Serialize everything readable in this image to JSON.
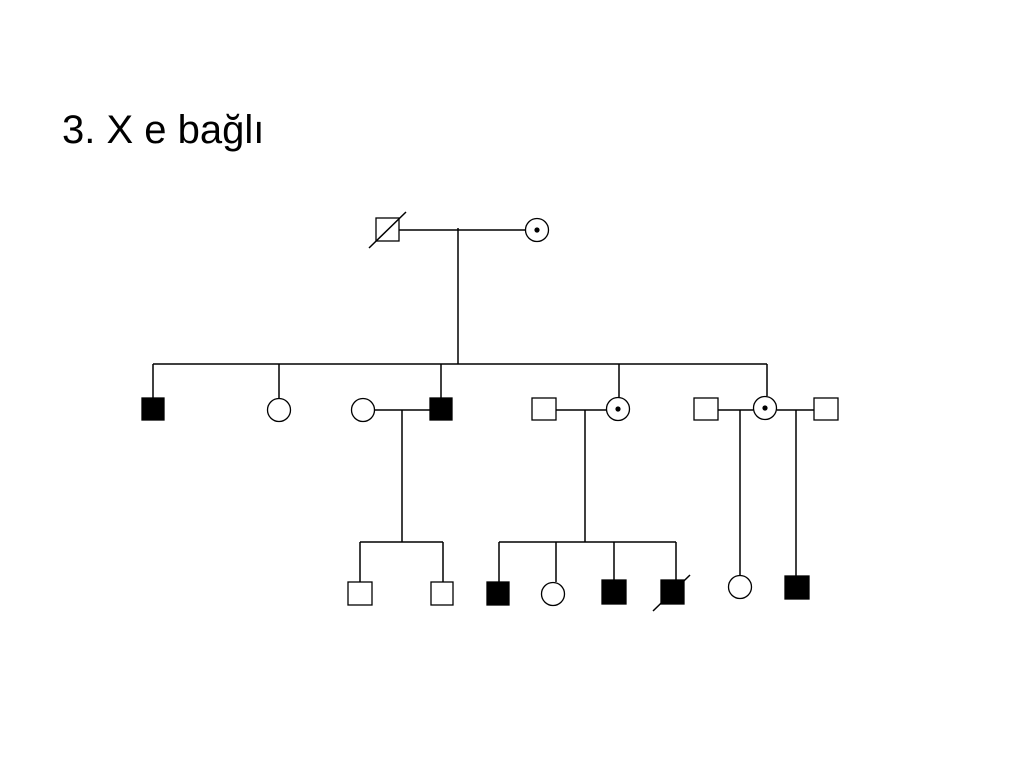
{
  "slide": {
    "title": "3. X e bağlı"
  },
  "pedigree": {
    "generation_1": [
      {
        "id": "g1-father",
        "sex": "male",
        "affected": false,
        "deceased": true,
        "carrier": false
      },
      {
        "id": "g1-mother",
        "sex": "female",
        "affected": false,
        "deceased": false,
        "carrier": true
      }
    ],
    "generation_2": [
      {
        "id": "g2-son-1",
        "sex": "male",
        "affected": true,
        "deceased": false,
        "carrier": false
      },
      {
        "id": "g2-daughter-1",
        "sex": "female",
        "affected": false,
        "deceased": false,
        "carrier": false
      },
      {
        "id": "g2-spouse-1",
        "sex": "female",
        "affected": false,
        "deceased": false,
        "carrier": false
      },
      {
        "id": "g2-son-2",
        "sex": "male",
        "affected": true,
        "deceased": false,
        "carrier": false
      },
      {
        "id": "g2-spouse-2",
        "sex": "male",
        "affected": false,
        "deceased": false,
        "carrier": false
      },
      {
        "id": "g2-daughter-2",
        "sex": "female",
        "affected": false,
        "deceased": false,
        "carrier": true
      },
      {
        "id": "g2-spouse-3",
        "sex": "male",
        "affected": false,
        "deceased": false,
        "carrier": false
      },
      {
        "id": "g2-daughter-3",
        "sex": "female",
        "affected": false,
        "deceased": false,
        "carrier": true
      },
      {
        "id": "g2-spouse-4",
        "sex": "male",
        "affected": false,
        "deceased": false,
        "carrier": false
      }
    ],
    "generation_3": [
      {
        "id": "g3-1",
        "sex": "male",
        "affected": false,
        "deceased": false,
        "carrier": false
      },
      {
        "id": "g3-2",
        "sex": "male",
        "affected": false,
        "deceased": false,
        "carrier": false
      },
      {
        "id": "g3-3",
        "sex": "male",
        "affected": true,
        "deceased": false,
        "carrier": false
      },
      {
        "id": "g3-4",
        "sex": "female",
        "affected": false,
        "deceased": false,
        "carrier": false
      },
      {
        "id": "g3-5",
        "sex": "male",
        "affected": true,
        "deceased": false,
        "carrier": false
      },
      {
        "id": "g3-6",
        "sex": "male",
        "affected": true,
        "deceased": true,
        "carrier": false
      },
      {
        "id": "g3-7",
        "sex": "female",
        "affected": false,
        "deceased": false,
        "carrier": false
      },
      {
        "id": "g3-8",
        "sex": "male",
        "affected": true,
        "deceased": false,
        "carrier": false
      }
    ]
  }
}
